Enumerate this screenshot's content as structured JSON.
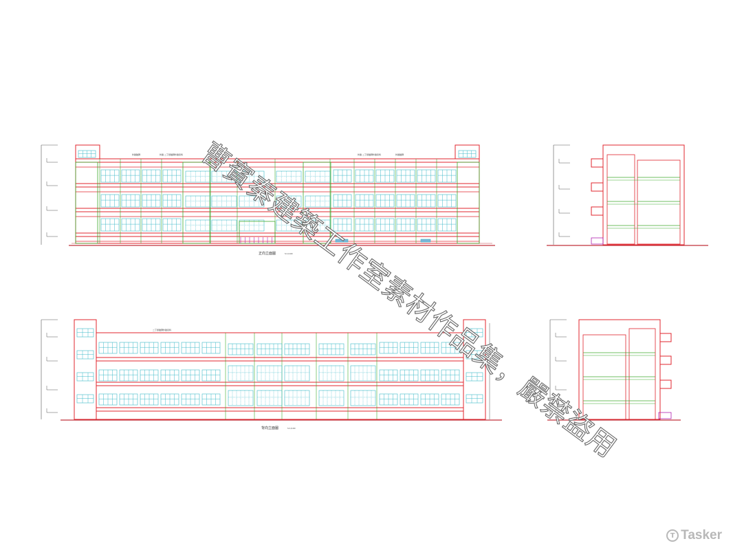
{
  "drawings": {
    "front_elevation": {
      "caption": "正向立面圖",
      "scale": "S:1/100"
    },
    "rear_elevation": {
      "caption": "背向立面圖",
      "scale": "S:1/100"
    },
    "notes": [
      "外牆磁磚",
      "外牆 二丁掛磁磚外牆塗料",
      "外牆 二丁掛磁磚外牆塗料",
      "外牆磁磚"
    ],
    "rear_note": "二丁掛磁磚外牆塗料"
  },
  "watermark": {
    "text": "曹賓秦建築工作室素材作品集，嚴禁盜用"
  },
  "brand": {
    "name": "Tasker",
    "mark": "T"
  },
  "colors": {
    "wall": "#e0242c",
    "floor": "#3faa2e",
    "window": "#3cb8c8",
    "ground": "#c0303a",
    "stair": "#b020b0",
    "ref": "#555555"
  }
}
